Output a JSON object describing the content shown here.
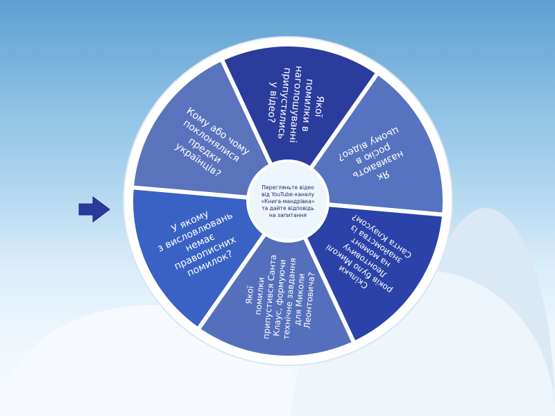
{
  "slide": {
    "center_text": [
      "Перегляньте відео",
      "від YouTube-каналу",
      "«Книга-мандрівка»",
      "та дайте відповідь",
      "на запитання"
    ],
    "segments": [
      {
        "lines": [
          "Кому або чому",
          "поклонялися",
          "предки",
          "українців?"
        ],
        "color": "#5a73bd"
      },
      {
        "lines": [
          "Якої",
          "помилки в",
          "наголошуванні",
          "припустились",
          "у відео?"
        ],
        "color": "#2a3d9c"
      },
      {
        "lines": [
          "Як",
          "називають",
          "росію в",
          "цьому відео?"
        ],
        "color": "#5673c0"
      },
      {
        "lines": [
          "Скільки",
          "років було Миколі",
          "Леонтовичу",
          "на момент",
          "знайомства із",
          "Санта Клаусом?"
        ],
        "color": "#2b43a8"
      },
      {
        "lines": [
          "Якої",
          "помилки",
          "припустився Санта",
          "Клаус, формуючи",
          "технічне завдання",
          "для Миколи",
          "Леонтовича?"
        ],
        "color": "#5470bc"
      },
      {
        "lines": [
          "У якому",
          "з висловлювань",
          "немає",
          "правописних",
          "помилок?"
        ],
        "color": "#3a62c4"
      }
    ],
    "arrow_icon": "right-arrow-icon",
    "colors": {
      "rim": "#ffffff",
      "arrow": "#2a3a9c",
      "center": "#eef5fc"
    }
  }
}
